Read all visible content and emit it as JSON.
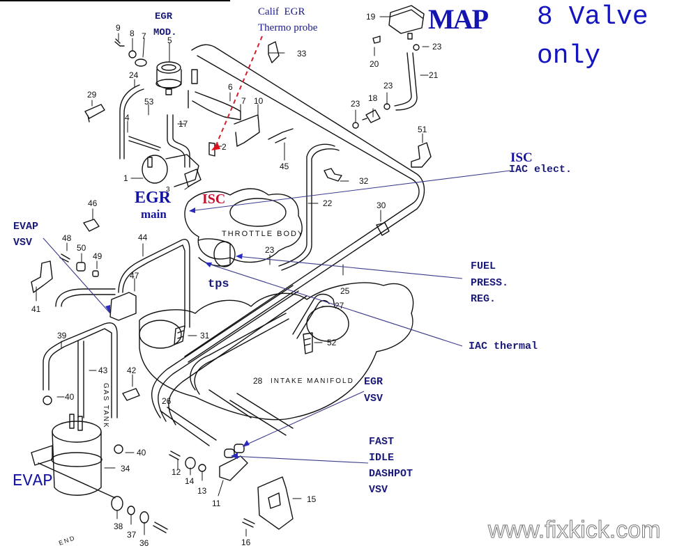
{
  "colors": {
    "annotation_blue": "#1a1a7a",
    "annotation_red": "#c8102e",
    "leader_line": "#3a3a8a",
    "drawing_line": "#111111",
    "background": "#ffffff"
  },
  "annotations": {
    "egr_mod": [
      "EGR",
      "MOD."
    ],
    "calif_egr": [
      "Calif  EGR",
      "Thermo probe"
    ],
    "map": "MAP",
    "eight_valve": [
      "8 Valve",
      "only"
    ],
    "isc_iac_elect": [
      "ISC",
      "IAC elect."
    ],
    "egr_main": [
      "EGR",
      "main"
    ],
    "isc_red": "ISC",
    "evap_vsv": [
      "EVAP",
      "VSV"
    ],
    "tps": "tps",
    "fuel_press_reg": [
      "FUEL",
      "PRESS.",
      "REG."
    ],
    "iac_thermal": "IAC thermal",
    "egr_vsv": [
      "EGR",
      "VSV"
    ],
    "fast_idle": [
      "FAST",
      "IDLE",
      "DASHPOT",
      "VSV"
    ],
    "evap": "EVAP"
  },
  "callouts": {
    "throttle_body": "THROTTLE BODY",
    "intake_manifold": "INTAKE MANIFOLD",
    "gas_tank": "GAS TANK",
    "end": "END"
  },
  "watermark": "www.fixkick.com",
  "part_numbers": [
    {
      "id": "p9",
      "label": "9"
    },
    {
      "id": "p8",
      "label": "8"
    },
    {
      "id": "p7a",
      "label": "7"
    },
    {
      "id": "p5",
      "label": "5"
    },
    {
      "id": "p24",
      "label": "24"
    },
    {
      "id": "p29",
      "label": "29"
    },
    {
      "id": "p53",
      "label": "53"
    },
    {
      "id": "p4",
      "label": "4"
    },
    {
      "id": "p17",
      "label": "17"
    },
    {
      "id": "p1",
      "label": "1"
    },
    {
      "id": "p3",
      "label": "3"
    },
    {
      "id": "p2",
      "label": "2"
    },
    {
      "id": "p6",
      "label": "6"
    },
    {
      "id": "p7b",
      "label": "7"
    },
    {
      "id": "p10",
      "label": "10"
    },
    {
      "id": "p33",
      "label": "33"
    },
    {
      "id": "p45",
      "label": "45"
    },
    {
      "id": "p19",
      "label": "19"
    },
    {
      "id": "p20",
      "label": "20"
    },
    {
      "id": "p23a",
      "label": "23"
    },
    {
      "id": "p21",
      "label": "21"
    },
    {
      "id": "p23b",
      "label": "23"
    },
    {
      "id": "p18",
      "label": "18"
    },
    {
      "id": "p23c",
      "label": "23"
    },
    {
      "id": "p51",
      "label": "51"
    },
    {
      "id": "p32",
      "label": "32"
    },
    {
      "id": "p22",
      "label": "22"
    },
    {
      "id": "p30",
      "label": "30"
    },
    {
      "id": "p23d",
      "label": "23"
    },
    {
      "id": "p25",
      "label": "25"
    },
    {
      "id": "p27",
      "label": "27"
    },
    {
      "id": "p52",
      "label": "52"
    },
    {
      "id": "p31",
      "label": "31"
    },
    {
      "id": "p46",
      "label": "46"
    },
    {
      "id": "p48",
      "label": "48"
    },
    {
      "id": "p50",
      "label": "50"
    },
    {
      "id": "p49",
      "label": "49"
    },
    {
      "id": "p44",
      "label": "44"
    },
    {
      "id": "p47",
      "label": "47"
    },
    {
      "id": "p41",
      "label": "41"
    },
    {
      "id": "p39",
      "label": "39"
    },
    {
      "id": "p43",
      "label": "43"
    },
    {
      "id": "p42",
      "label": "42"
    },
    {
      "id": "p40a",
      "label": "40"
    },
    {
      "id": "p40b",
      "label": "40"
    },
    {
      "id": "p34",
      "label": "34"
    },
    {
      "id": "p26",
      "label": "26"
    },
    {
      "id": "p28",
      "label": "28"
    },
    {
      "id": "p12",
      "label": "12"
    },
    {
      "id": "p14",
      "label": "14"
    },
    {
      "id": "p13",
      "label": "13"
    },
    {
      "id": "p11",
      "label": "11"
    },
    {
      "id": "p15",
      "label": "15"
    },
    {
      "id": "p16",
      "label": "16"
    },
    {
      "id": "p38",
      "label": "38"
    },
    {
      "id": "p37",
      "label": "37"
    },
    {
      "id": "p36",
      "label": "36"
    }
  ]
}
